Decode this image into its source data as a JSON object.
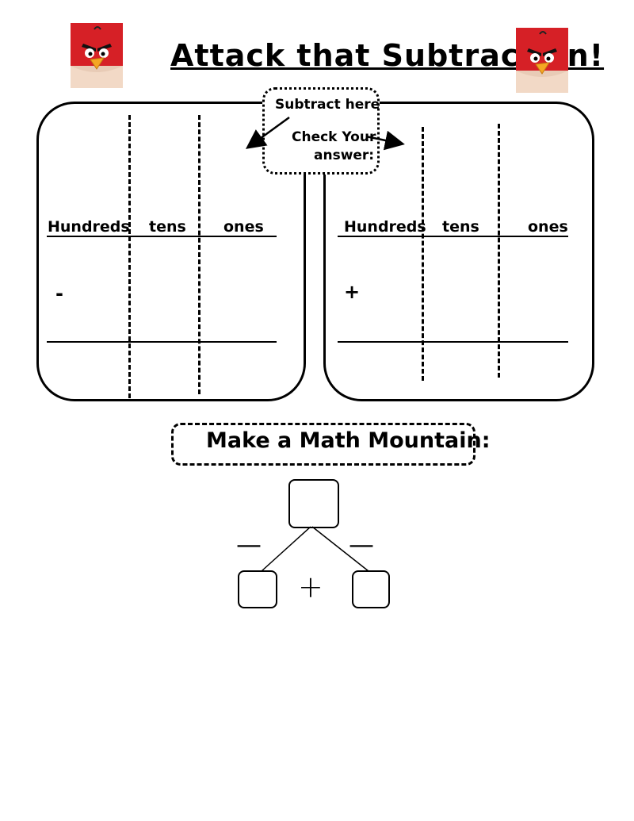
{
  "title": "Attack that Subtraction!",
  "callout": {
    "subtract_label": "Subtract here",
    "check_label_line1": "Check Your",
    "check_label_line2": "answer:"
  },
  "left_panel": {
    "columns": [
      "Hundreds",
      "tens",
      "ones"
    ],
    "operator": "-"
  },
  "right_panel": {
    "columns": [
      "Hundreds",
      "tens",
      "ones"
    ],
    "operator": "+"
  },
  "math_mountain": {
    "heading": "Make a Math Mountain:",
    "left_sign": "—",
    "right_sign": "—",
    "bottom_sign": "+"
  }
}
